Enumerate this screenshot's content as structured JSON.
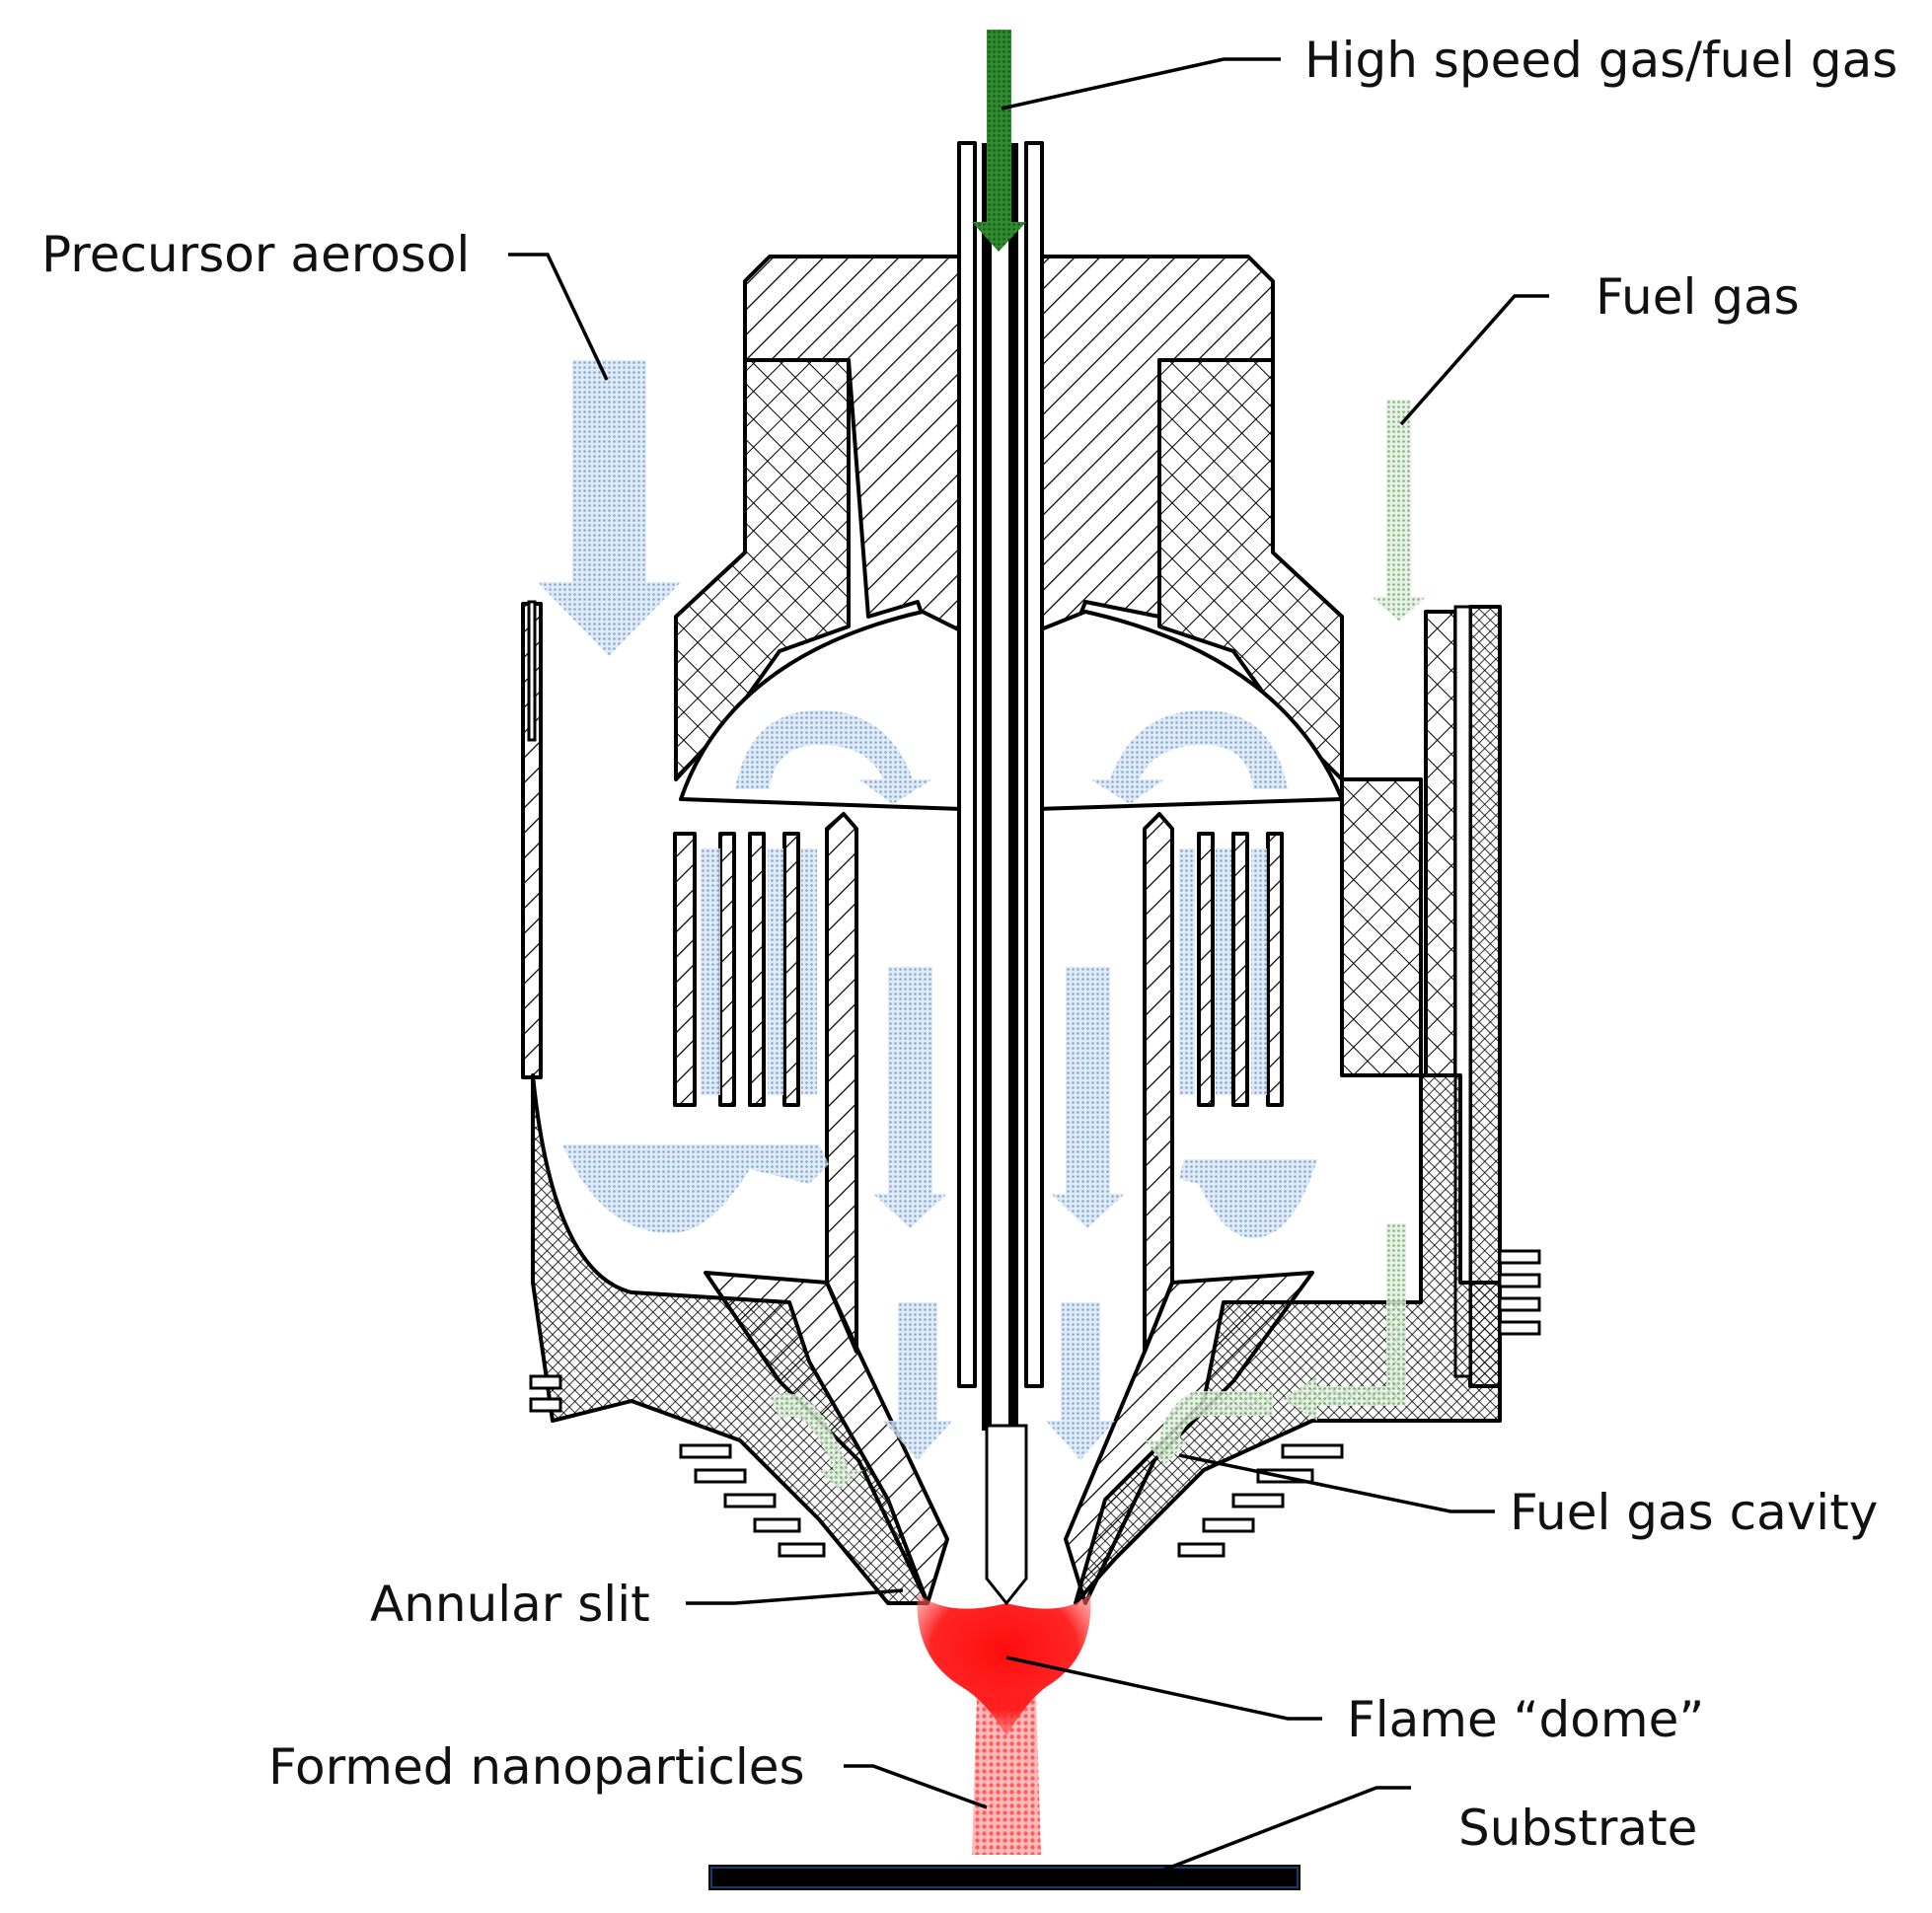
{
  "labels": {
    "high_speed_gas": "High speed gas/fuel gas",
    "precursor_aerosol": "Precursor aerosol",
    "fuel_gas": "Fuel gas",
    "fuel_gas_cavity": "Fuel gas cavity",
    "annular_slit": "Annular slit",
    "flame_dome": "Flame “dome”",
    "formed_nanoparticles": "Formed nanoparticles",
    "substrate": "Substrate"
  },
  "colors": {
    "outline": "#000000",
    "aerosol_flow": "#8fb3d9",
    "fuel_gas_flow": "#6ea86a",
    "high_speed_flow": "#2e8b2e",
    "flame": "#ff1a1a",
    "nanoparticle_jet": "#ff6a6a",
    "substrate": "#000000"
  }
}
